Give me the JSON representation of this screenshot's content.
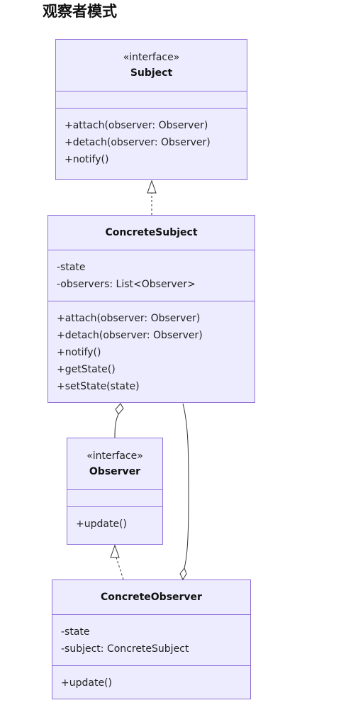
{
  "title": "观察者模式",
  "classes": {
    "subject": {
      "stereotype": "«interface»",
      "name": "Subject",
      "attributes": [],
      "methods": [
        "+attach(observer: Observer)",
        "+detach(observer: Observer)",
        "+notify()"
      ]
    },
    "concrete_subject": {
      "stereotype": "",
      "name": "ConcreteSubject",
      "attributes": [
        "-state",
        "-observers: List<Observer>"
      ],
      "methods": [
        "+attach(observer: Observer)",
        "+detach(observer: Observer)",
        "+notify()",
        "+getState()",
        "+setState(state)"
      ]
    },
    "observer": {
      "stereotype": "«interface»",
      "name": "Observer",
      "attributes": [],
      "methods": [
        "+update()"
      ]
    },
    "concrete_observer": {
      "stereotype": "",
      "name": "ConcreteObserver",
      "attributes": [
        "-state",
        "-subject: ConcreteSubject"
      ],
      "methods": [
        "+update()"
      ]
    }
  },
  "relationships": [
    {
      "from": "concrete_subject",
      "to": "subject",
      "type": "realization"
    },
    {
      "from": "concrete_subject",
      "to": "observer",
      "type": "aggregation"
    },
    {
      "from": "concrete_observer",
      "to": "observer",
      "type": "realization"
    },
    {
      "from": "concrete_observer",
      "to": "concrete_subject",
      "type": "aggregation"
    }
  ],
  "colors": {
    "box_fill": "#ececfe",
    "box_border": "#9370db",
    "line": "#333333"
  }
}
